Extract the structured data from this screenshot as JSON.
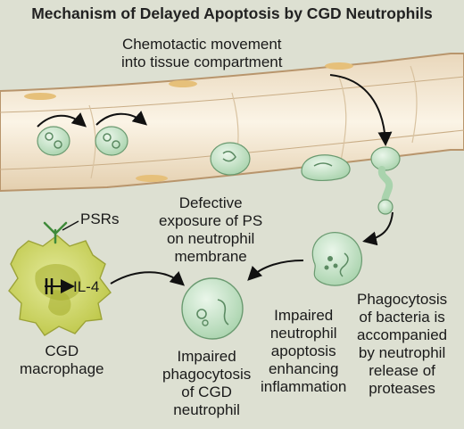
{
  "title": "Mechanism of Delayed Apoptosis by CGD Neutrophils",
  "labels": {
    "chemotactic": [
      "Chemotactic movement",
      "into tissue compartment"
    ],
    "defective": [
      "Defective",
      "exposure of PS",
      "on neutrophil",
      "membrane"
    ],
    "psrs": "PSRs",
    "il4": "IL-4",
    "macrophage": [
      "CGD",
      "macrophage"
    ],
    "impaired_phago": [
      "Impaired",
      "phagocytosis",
      "of CGD",
      "neutrophil"
    ],
    "impaired_apop": [
      "Impaired",
      "neutrophil",
      "apoptosis",
      "enhancing",
      "inflammation"
    ],
    "bacteria": [
      "Phagocytosis",
      "of bacteria is",
      "accompanied",
      "by neutrophil",
      "release of",
      "proteases"
    ]
  },
  "colors": {
    "background": "#dde0d2",
    "vessel_fill": "#f7eddc",
    "vessel_edge": "#b8956c",
    "neutrophil": "#c9e6cc",
    "macrophage": "#cfd96a",
    "text": "#1a1a1a"
  }
}
